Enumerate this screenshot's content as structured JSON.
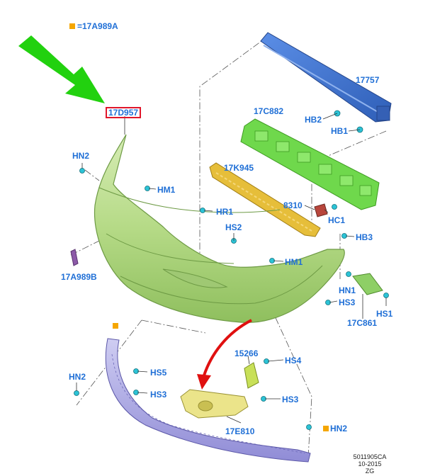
{
  "legend": {
    "marker": "■",
    "text": "=17A989A",
    "marker_color": "#f5a600"
  },
  "highlight_part": "17D957",
  "labels": {
    "p17757": "17757",
    "p17c882": "17C882",
    "hb2": "HB2",
    "hb1": "HB1",
    "p17k945": "17K945",
    "p8310": "8310",
    "hc1": "HC1",
    "hn2_top": "HN2",
    "hm1_a": "HM1",
    "hr1": "HR1",
    "hs2": "HS2",
    "hb3": "HB3",
    "p17a989b": "17A989B",
    "hm1_b": "HM1",
    "hn1": "HN1",
    "hs3_a": "HS3",
    "hs1": "HS1",
    "p17c861": "17C861",
    "p15266": "15266",
    "hs4": "HS4",
    "hn2_left": "HN2",
    "hs5": "HS5",
    "hs3_b": "HS3",
    "hs3_c": "HS3",
    "p17e810": "17E810",
    "hn2_bottom": "HN2"
  },
  "doc_ref": {
    "code": "5011905CA",
    "date": "10-2015",
    "initials": "ZG"
  },
  "colors": {
    "label_blue": "#1f6fd6",
    "arrow_green": "#22d10f",
    "arrow_red": "#e01010",
    "bumper_green": "#b8dc8a",
    "reinforcement_blue": "#3f72d0",
    "absorber_green": "#6fd84c",
    "strip_yellow": "#e6be3a",
    "valance_lavender": "#b3b0e8",
    "grille_yellow": "#ebe48a",
    "fastener_cyan": "#2cc3d6",
    "legend_orange": "#f5a600"
  }
}
